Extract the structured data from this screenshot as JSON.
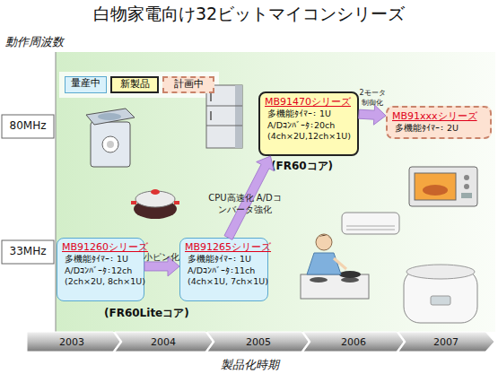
{
  "diagram": {
    "title": "白物家電向け32ビットマイコンシリーズ",
    "nodes": [
      {
        "text": [
          "MB91260シリーズ",
          "多機能ﾀｲﾏｰ： 1U",
          "A/Dｺﾝﾊﾞｰﾀ：12ch",
          "(2ch×2U, 8ch×1U)"
        ]
      },
      {
        "text": [
          "MB91265シリーズ",
          "多機能ﾀｲﾏｰ： 1U",
          "A/Dｺﾝﾊﾞｰﾀ：11ch",
          "(4ch×1U, 7ch×1U)"
        ]
      },
      {
        "text": [
          "MB91470シリーズ",
          "多機能ﾀｲﾏｰ： 1U",
          "A/Dｺﾝﾊﾞｰﾀ：20ch",
          "(4ch×2U,12ch×1U)"
        ]
      },
      {
        "text": [
          "MB91xxxシリーズ",
          "多機能ﾀｲﾏｰ： 2U"
        ]
      }
    ],
    "edges": [
      {
        "from": 0,
        "to": 1,
        "arrow": "to",
        "label": "小ピン化"
      },
      {
        "from": 1,
        "to": 2,
        "arrow": "to",
        "label": "CPU高速化 A/Dコンバータ強化"
      },
      {
        "from": 2,
        "to": 3,
        "arrow": "to",
        "label": "2モータ 制御化"
      }
    ],
    "labels": [
      "動作周波数",
      "80MHz",
      "33MHz",
      "(FR60コア)",
      "(FR60Liteコア)",
      "2003",
      "2004",
      "2005",
      "2006",
      "2007",
      "製品化時期"
    ],
    "legend": [
      {
        "text": "量産中",
        "color": "#d8f1fb"
      },
      {
        "text": "新製品",
        "color": "#fffbb6"
      },
      {
        "text": "計画中",
        "color": "#fde2d2"
      }
    ]
  }
}
